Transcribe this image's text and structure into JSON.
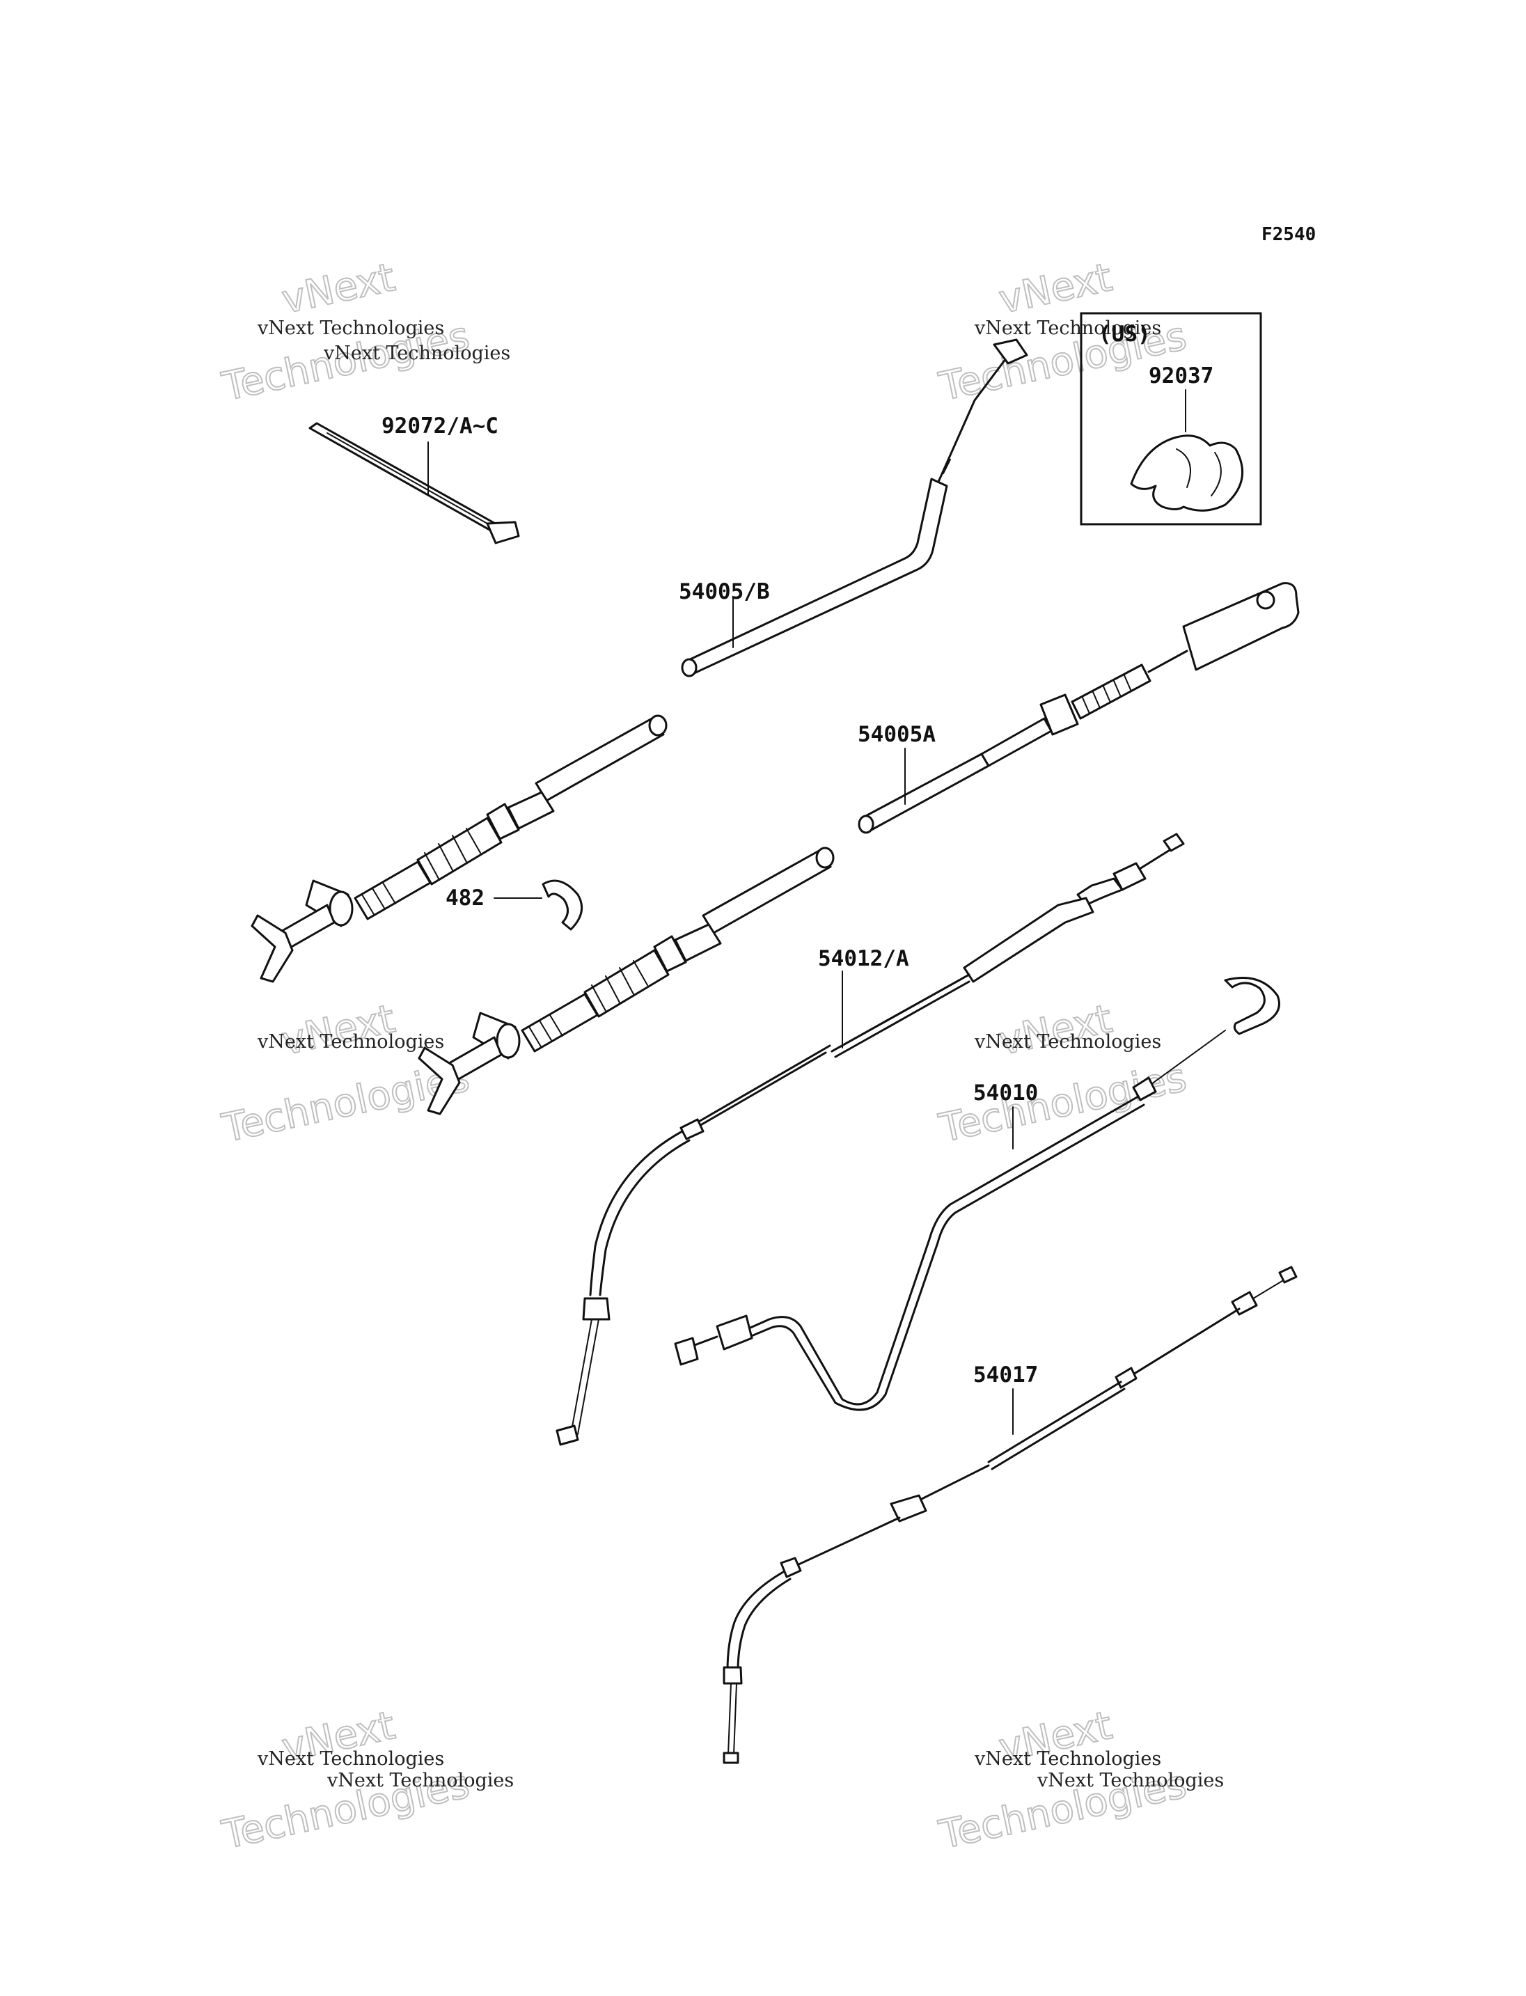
{
  "figure_code": "F2540",
  "inset": {
    "region": "(US)",
    "part_number": "92037"
  },
  "parts": [
    {
      "id": "tie",
      "label": "92072/A~C"
    },
    {
      "id": "cable-b",
      "label": "54005/B"
    },
    {
      "id": "cable-a",
      "label": "54005A"
    },
    {
      "id": "clip",
      "label": "482"
    },
    {
      "id": "throttle",
      "label": "54012/A"
    },
    {
      "id": "choke",
      "label": "54010"
    },
    {
      "id": "clutch",
      "label": "54017"
    }
  ],
  "watermark": {
    "company": "vNext Technologies",
    "big_line1": "vNext",
    "big_line2": "Technologies"
  }
}
